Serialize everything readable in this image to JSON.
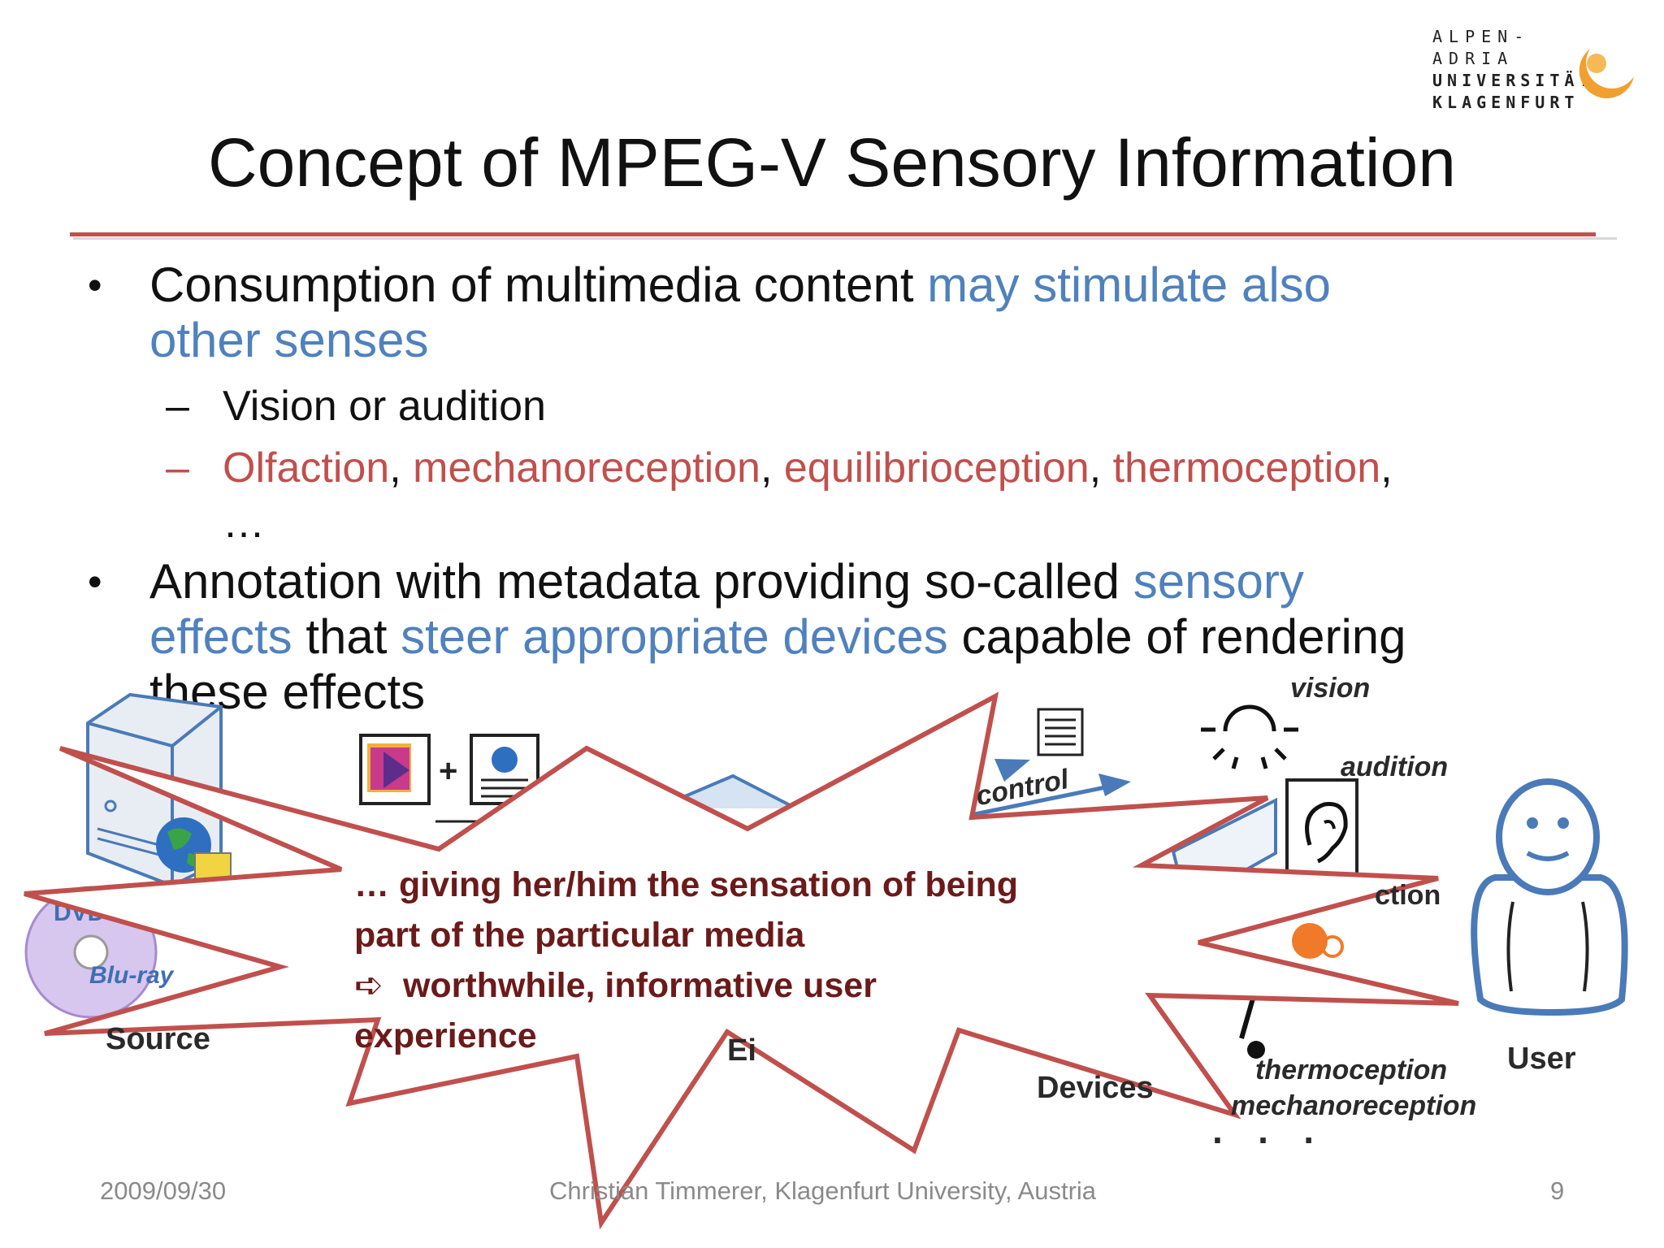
{
  "logo": {
    "line1": "ALPEN-ADRIA",
    "line2": "UNIVERSITÄT",
    "line3": "KLAGENFURT"
  },
  "title": "Concept of MPEG-V Sensory Information",
  "bullet1": {
    "text_a": "Consumption of multimedia content ",
    "text_b": "may stimulate also",
    "text_c": "other senses"
  },
  "sub1": {
    "text": "Vision or audition"
  },
  "sub2": {
    "t1": "Olfaction",
    "sep1": ", ",
    "t2": "mechanoreception",
    "sep2": ", ",
    "t3": "equilibrioception",
    "sep3": ", ",
    "t4": "thermoception",
    "sep4": ",",
    "ellipsis": "…"
  },
  "bullet2": {
    "t1": "Annotation with metadata providing so-called ",
    "t2": "sensory",
    "t3": "effects",
    "t4": " that ",
    "t5": "steer appropriate devices",
    "t6": " capable of rendering",
    "t7": "these effects"
  },
  "diagram": {
    "vision": "vision",
    "audition": "audition",
    "control": "control",
    "olfaction_partial": "ction",
    "source": "Source",
    "devices": "Devices",
    "thermoception": "thermoception",
    "mechanoreception": "mechanoreception",
    "user": "User",
    "dots": "· · ·",
    "bluray": "Blu-ray",
    "dvd": "DVD",
    "ei": "Ei"
  },
  "burst": {
    "line1": "… giving her/him the sensation of being",
    "line2": "part of the particular media",
    "arrow": "➪",
    "line3": "worthwhile, informative user",
    "line4": "experience"
  },
  "footer": {
    "date": "2009/09/30",
    "author": "Christian Timmerer, Klagenfurt University, Austria",
    "page": "9"
  },
  "colors": {
    "accent_red": "#c0504d",
    "accent_blue": "#4f81bd",
    "burst_text": "#6b1a1a"
  }
}
